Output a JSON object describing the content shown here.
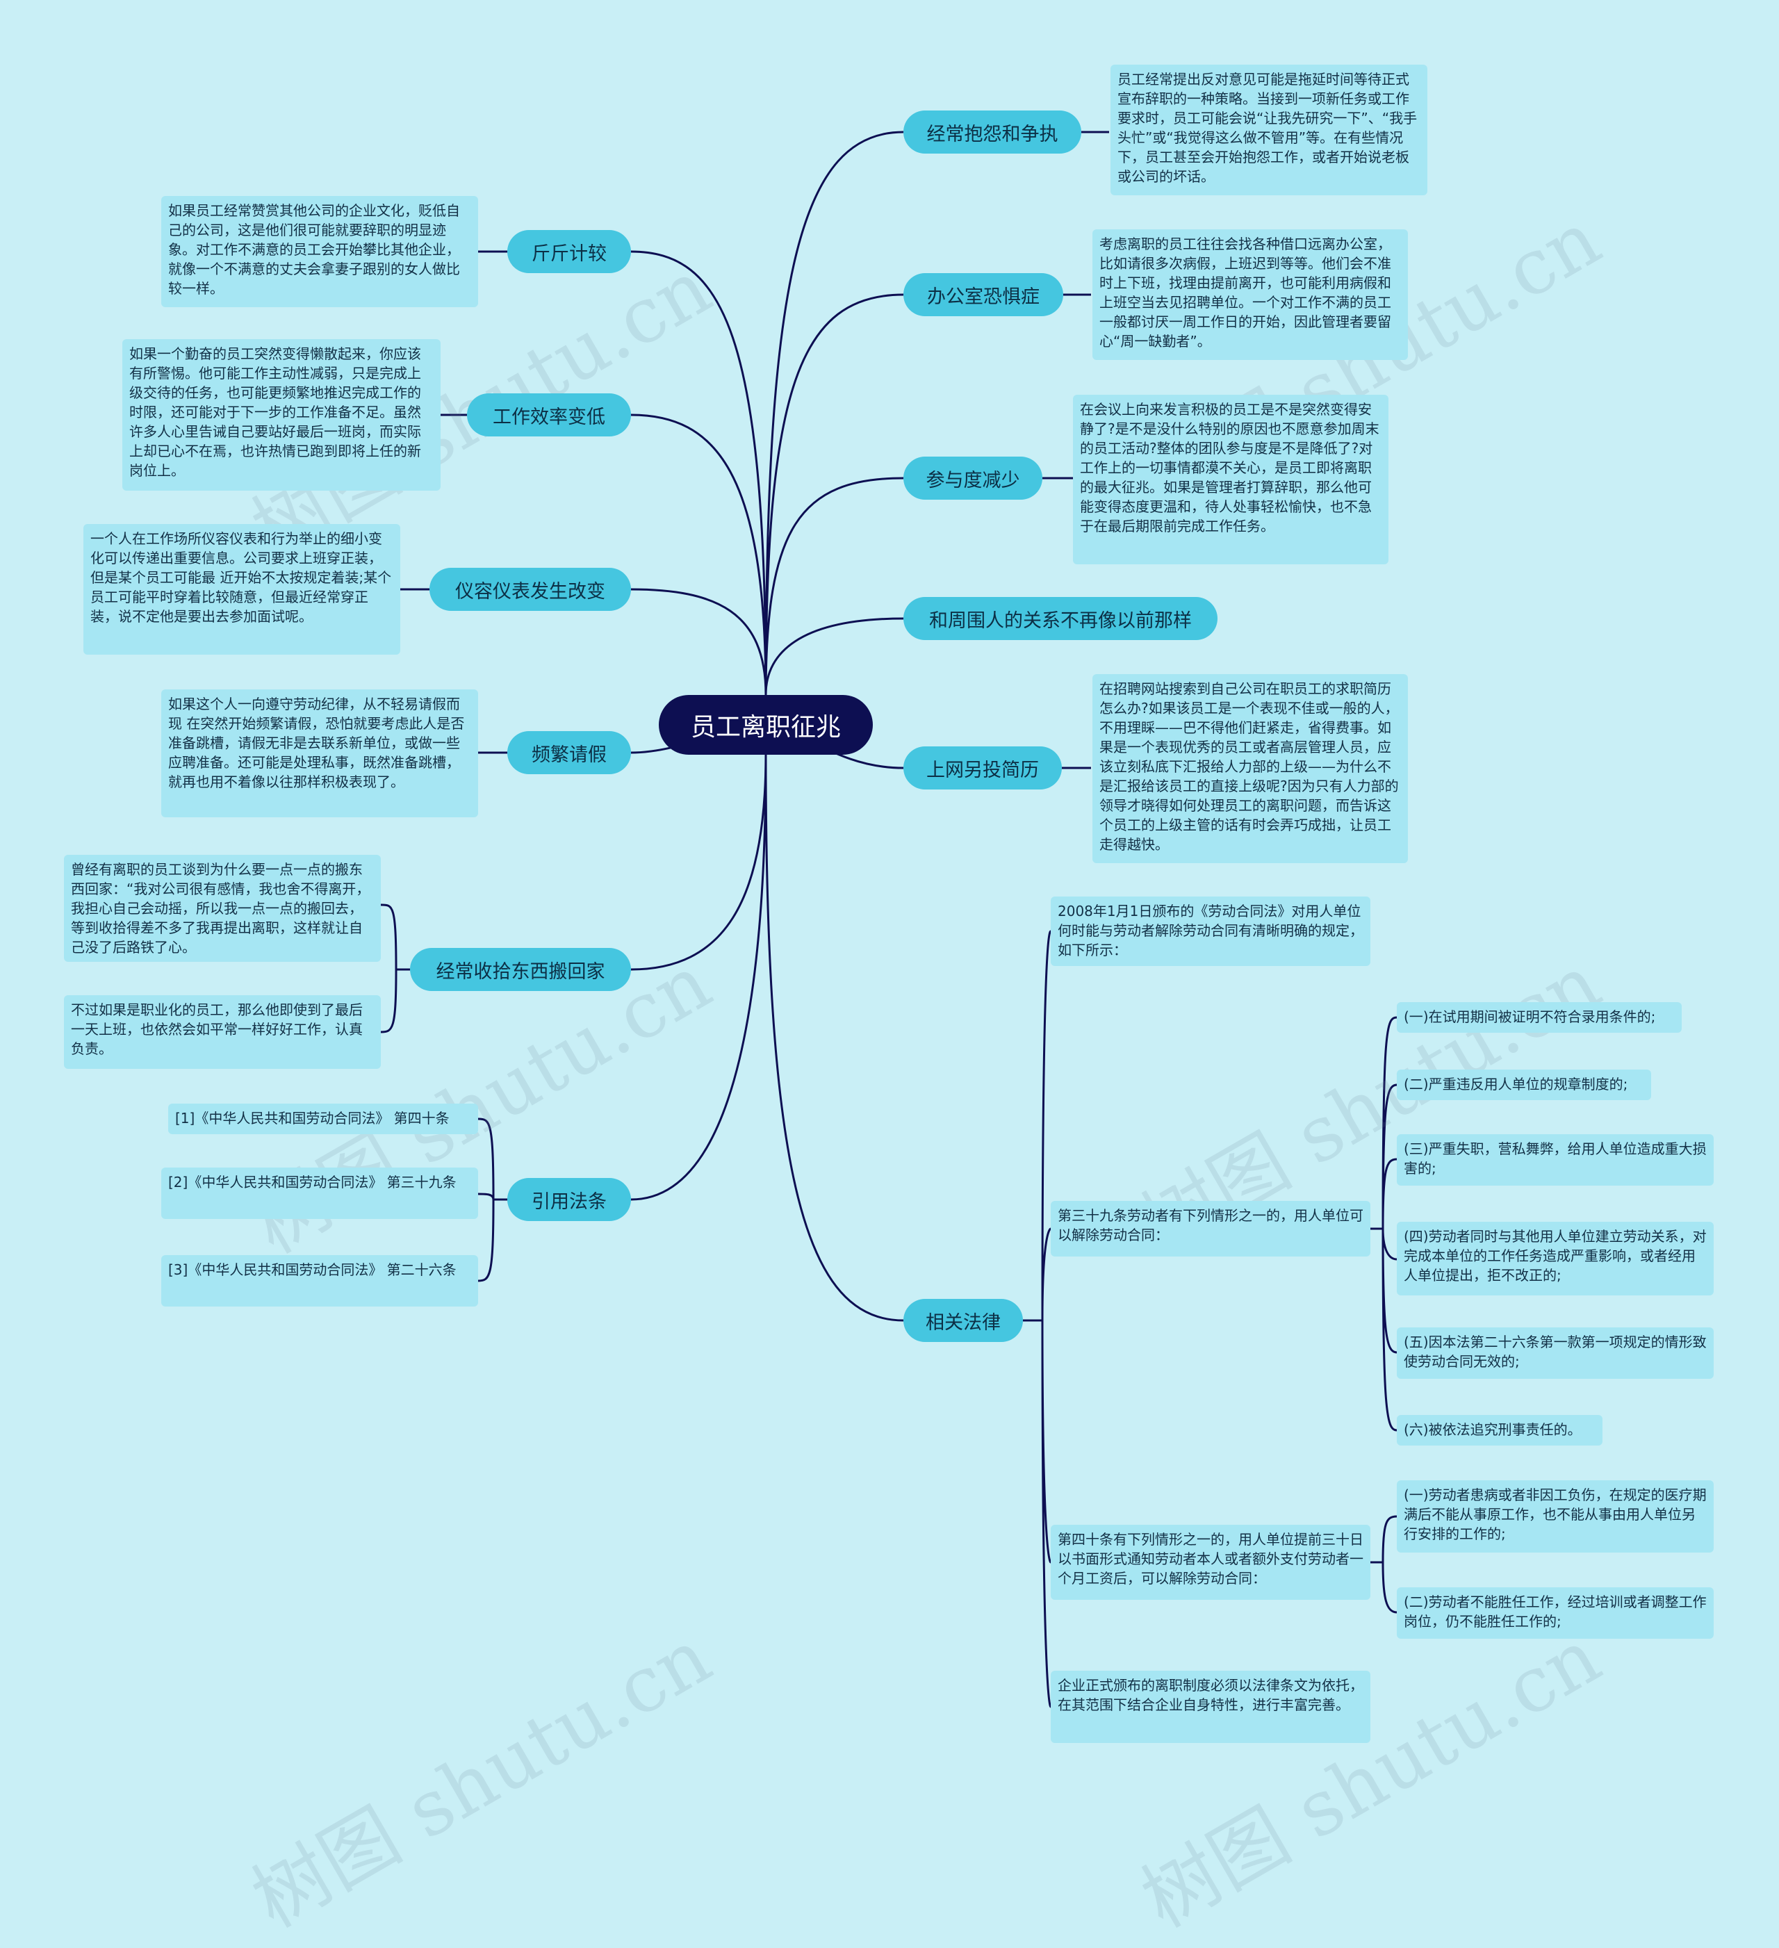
{
  "root": {
    "label": "员工离职征兆"
  },
  "branches": {
    "complain": {
      "label": "经常抱怨和争执",
      "text": "员工经常提出反对意见可能是拖延时间等待正式宣布辞职的一种策略。当接到一项新任务或工作要求时，员工可能会说“让我先研究一下”、“我手头忙”或“我觉得这么做不管用”等。在有些情况下，员工甚至会开始抱怨工作，或者开始说老板或公司的坏话。"
    },
    "office_fear": {
      "label": "办公室恐惧症",
      "text": "考虑离职的员工往往会找各种借口远离办公室，比如请很多次病假，上班迟到等等。他们会不准时上下班，找理由提前离开，也可能利用病假和上班空当去见招聘单位。一个对工作不满的员工一般都讨厌一周工作日的开始，因此管理者要留心“周一缺勤者”。"
    },
    "participation": {
      "label": "参与度减少",
      "text": "在会议上向来发言积极的员工是不是突然变得安静了?是不是没什么特别的原因也不愿意参加周末的员工活动?整体的团队参与度是不是降低了?对工作上的一切事情都漠不关心，是员工即将离职的最大征兆。如果是管理者打算辞职，那么他可能变得态度更温和，待人处事轻松愉快，也不急于在最后期限前完成工作任务。"
    },
    "relations": {
      "label": "和周围人的关系不再像以前那样"
    },
    "resume": {
      "label": "上网另投简历",
      "text": "在招聘网站搜索到自己公司在职员工的求职简历怎么办?如果该员工是一个表现不佳或一般的人，不用理睬——巴不得他们赶紧走，省得费事。如果是一个表现优秀的员工或者高层管理人员，应该立刻私底下汇报给人力部的上级——为什么不是汇报给该员工的直接上级呢?因为只有人力部的领导才晓得如何处理员工的离职问题，而告诉这个员工的上级主管的话有时会弄巧成拙，让员工走得越快。"
    },
    "law": {
      "label": "相关法律",
      "intro": "2008年1月1日颁布的《劳动合同法》对用人单位何时能与劳动者解除劳动合同有清晰明确的规定，如下所示：",
      "art39": {
        "text": "第三十九条劳动者有下列情形之一的，用人单位可以解除劳动合同：",
        "items": [
          "(一)在试用期间被证明不符合录用条件的;",
          "(二)严重违反用人单位的规章制度的;",
          "(三)严重失职，营私舞弊，给用人单位造成重大损害的;",
          "(四)劳动者同时与其他用人单位建立劳动关系，对完成本单位的工作任务造成严重影响，或者经用人单位提出，拒不改正的;",
          "(五)因本法第二十六条第一款第一项规定的情形致使劳动合同无效的;",
          "(六)被依法追究刑事责任的。"
        ]
      },
      "art40": {
        "text": "第四十条有下列情形之一的，用人单位提前三十日以书面形式通知劳动者本人或者额外支付劳动者一个月工资后，可以解除劳动合同：",
        "items": [
          "(一)劳动者患病或者非因工负伤，在规定的医疗期满后不能从事原工作，也不能从事由用人单位另行安排的工作的;",
          "(二)劳动者不能胜任工作，经过培训或者调整工作岗位，仍不能胜任工作的;"
        ]
      },
      "note": "企业正式颁布的离职制度必须以法律条文为依托，在其范围下结合企业自身特性，进行丰富完善。"
    },
    "compare": {
      "label": "斤斤计较",
      "text": "如果员工经常赞赏其他公司的企业文化，贬低自己的公司，这是他们很可能就要辞职的明显迹象。对工作不满意的员工会开始攀比其他企业，就像一个不满意的丈夫会拿妻子跟别的女人做比较一样。"
    },
    "efficiency": {
      "label": "工作效率变低",
      "text": "如果一个勤奋的员工突然变得懒散起来，你应该有所警惕。他可能工作主动性减弱，只是完成上级交待的任务，也可能更频繁地推迟完成工作的时限，还可能对于下一步的工作准备不足。虽然许多人心里告诫自己要站好最后一班岗，而实际上却已心不在焉，也许热情已跑到即将上任的新岗位上。"
    },
    "appearance": {
      "label": "仪容仪表发生改变",
      "text": "一个人在工作场所仪容仪表和行为举止的细小变化可以传递出重要信息。公司要求上班穿正装，但是某个员工可能最 近开始不太按规定着装;某个员工可能平时穿着比较随意，但最近经常穿正装，说不定他是要出去参加面试呢。"
    },
    "leave": {
      "label": "频繁请假",
      "text": "如果这个人一向遵守劳动纪律，从不轻易请假而现 在突然开始频繁请假，恐怕就要考虑此人是否准备跳槽，请假无非是去联系新单位，或做一些应聘准备。还可能是处理私事，既然准备跳槽，就再也用不着像以往那样积极表现了。"
    },
    "packing": {
      "label": "经常收拾东西搬回家",
      "text1": "曾经有离职的员工谈到为什么要一点一点的搬东西回家：“我对公司很有感情，我也舍不得离开，我担心自己会动摇，所以我一点一点的搬回去，等到收拾得差不多了我再提出离职，这样就让自己没了后路铁了心。",
      "text2": "不过如果是职业化的员工，那么他即使到了最后一天上班，也依然会如平常一样好好工作，认真负责。"
    },
    "cite": {
      "label": "引用法条",
      "items": [
        "[1]《中华人民共和国劳动合同法》 第四十条",
        "[2]《中华人民共和国劳动合同法》 第三十九条",
        "[3]《中华人民共和国劳动合同法》 第二十六条"
      ]
    }
  },
  "watermark": "树图 shutu.cn",
  "colors": {
    "background": "#c9eff6",
    "root": "#0d0f52",
    "branch": "#45c6e0",
    "leaf": "#a6e6f3",
    "line": "#0d0f52"
  }
}
